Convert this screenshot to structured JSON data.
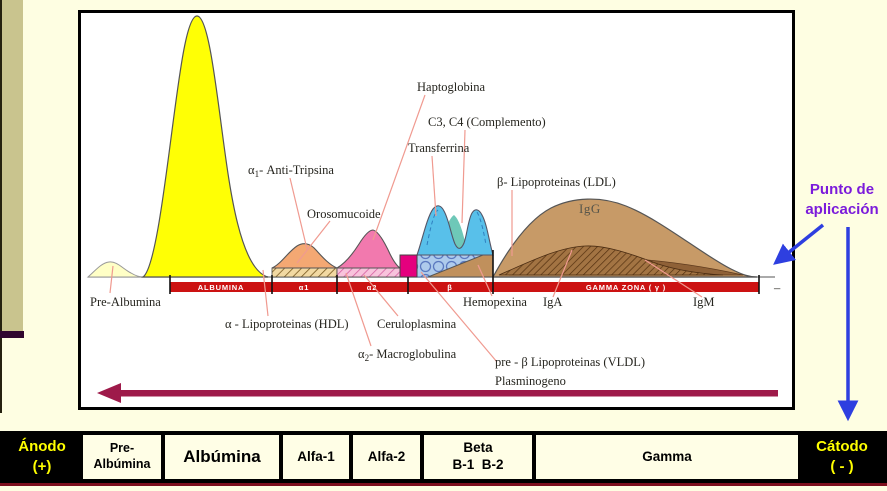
{
  "chart": {
    "protein_labels": {
      "haptoglobina": "Haptoglobina",
      "complemento": "C3, C4 (Complemento)",
      "transferrina": "Transferrina",
      "anti_tripsina": {
        "pre": "α",
        "sub": "1",
        "post": "- Anti-Tripsina"
      },
      "orosomucoide": "Orosomucoide",
      "ldl": "β- Lipoproteinas (LDL)",
      "igg": "IgG",
      "pre_albumina": "Pre-Albumina",
      "hdl": "α - Lipoproteinas (HDL)",
      "ceruloplasmina": "Ceruloplasmina",
      "macroglobulina": {
        "pre": "α",
        "sub": "2",
        "post": "- Macroglobulina"
      },
      "hemopexina": "Hemopexina",
      "iga": "IgA",
      "igm": "IgM",
      "vldl": "pre - β Lipoproteinas (VLDL)",
      "plasminogeno": "Plasminogeno"
    },
    "zone_bar": {
      "albumina": "ALBUMINA",
      "alfa1": "α1",
      "alfa2": "α2",
      "beta": "β",
      "gamma": "GAMMA ZONA ( γ )"
    },
    "minus_sign": "–"
  },
  "annotations": {
    "application_point_line1": "Punto de",
    "application_point_line2": "aplicación"
  },
  "table": {
    "cells": [
      {
        "line1": "Ánodo",
        "line2": "(+)"
      },
      {
        "line1": "Pre-",
        "line2": "Albúmina"
      },
      {
        "line1": "Albúmina"
      },
      {
        "line1": "Alfa-1"
      },
      {
        "line1": "Alfa-2"
      },
      {
        "line1": "Beta",
        "line2": "B-1  B-2"
      },
      {
        "line1": "Gamma"
      },
      {
        "line1": "Cátodo",
        "line2": "( - )"
      }
    ]
  },
  "colors": {
    "background_cream": "#FEFEE2",
    "olive_sidebar": "#C9C48E",
    "plum_bar": "#30062E",
    "zone_bar_red": "#CC1212",
    "albumin_yellow": "#FFFF05",
    "prealbumin_pale_yellow": "#FFFFC6",
    "alpha1_orange": "#F4A873",
    "alpha2_pink": "#F279AE",
    "magenta_block": "#E5007E",
    "beta_blue": "#58C0EA",
    "beta_teal": "#6EC8B8",
    "gamma_brown": "#C79A67",
    "ig_dark_brown": "#8F6137",
    "migration_arrow_maroon": "#9E1A4A",
    "annotation_arrow_blue": "#2E3FE0",
    "application_point_purple": "#7B1BDB",
    "electrode_text_yellow": "#FFFF00",
    "table_cell_cream": "#FFFEE6"
  }
}
